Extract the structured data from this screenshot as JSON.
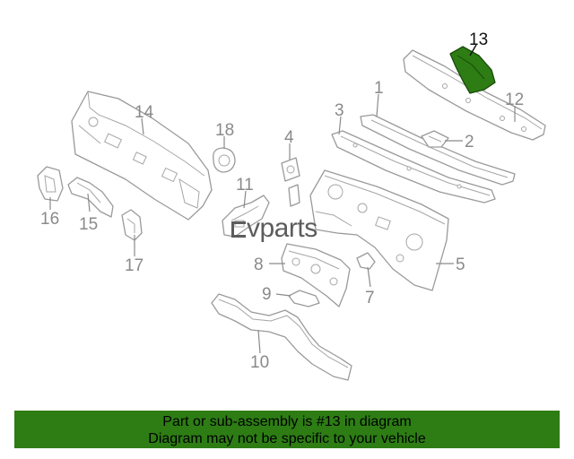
{
  "diagram": {
    "callouts": [
      "1",
      "2",
      "3",
      "4",
      "5",
      "7",
      "8",
      "9",
      "10",
      "11",
      "12",
      "13",
      "14",
      "15",
      "16",
      "17",
      "18"
    ],
    "highlighted_part": "13",
    "highlight_color": "#2d7d14"
  },
  "watermark": {
    "text": "vparts"
  },
  "banner": {
    "line1": "Part or sub-assembly is #13 in diagram",
    "line2": "Diagram may not be specific to your vehicle",
    "background": "#2d7d14"
  }
}
